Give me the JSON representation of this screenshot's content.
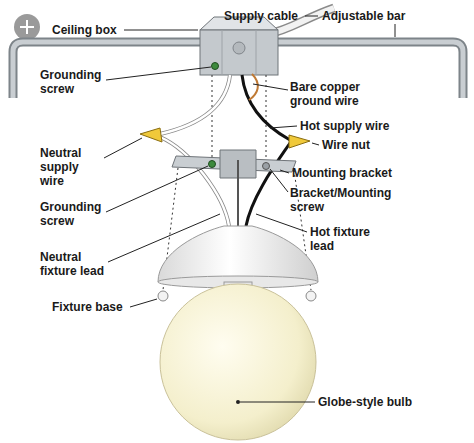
{
  "diagram": {
    "labels": [
      "Ceiling box",
      "Supply cable",
      "Adjustable bar",
      "Grounding screw",
      "Bare copper ground wire",
      "Hot supply wire",
      "Neutral supply wire",
      "Wire nut",
      "Mounting bracket",
      "Bracket/Mounting screw",
      "Grounding screw",
      "Hot fixture lead",
      "Neutral fixture lead",
      "Fixture base",
      "Globe-style bulb"
    ]
  }
}
